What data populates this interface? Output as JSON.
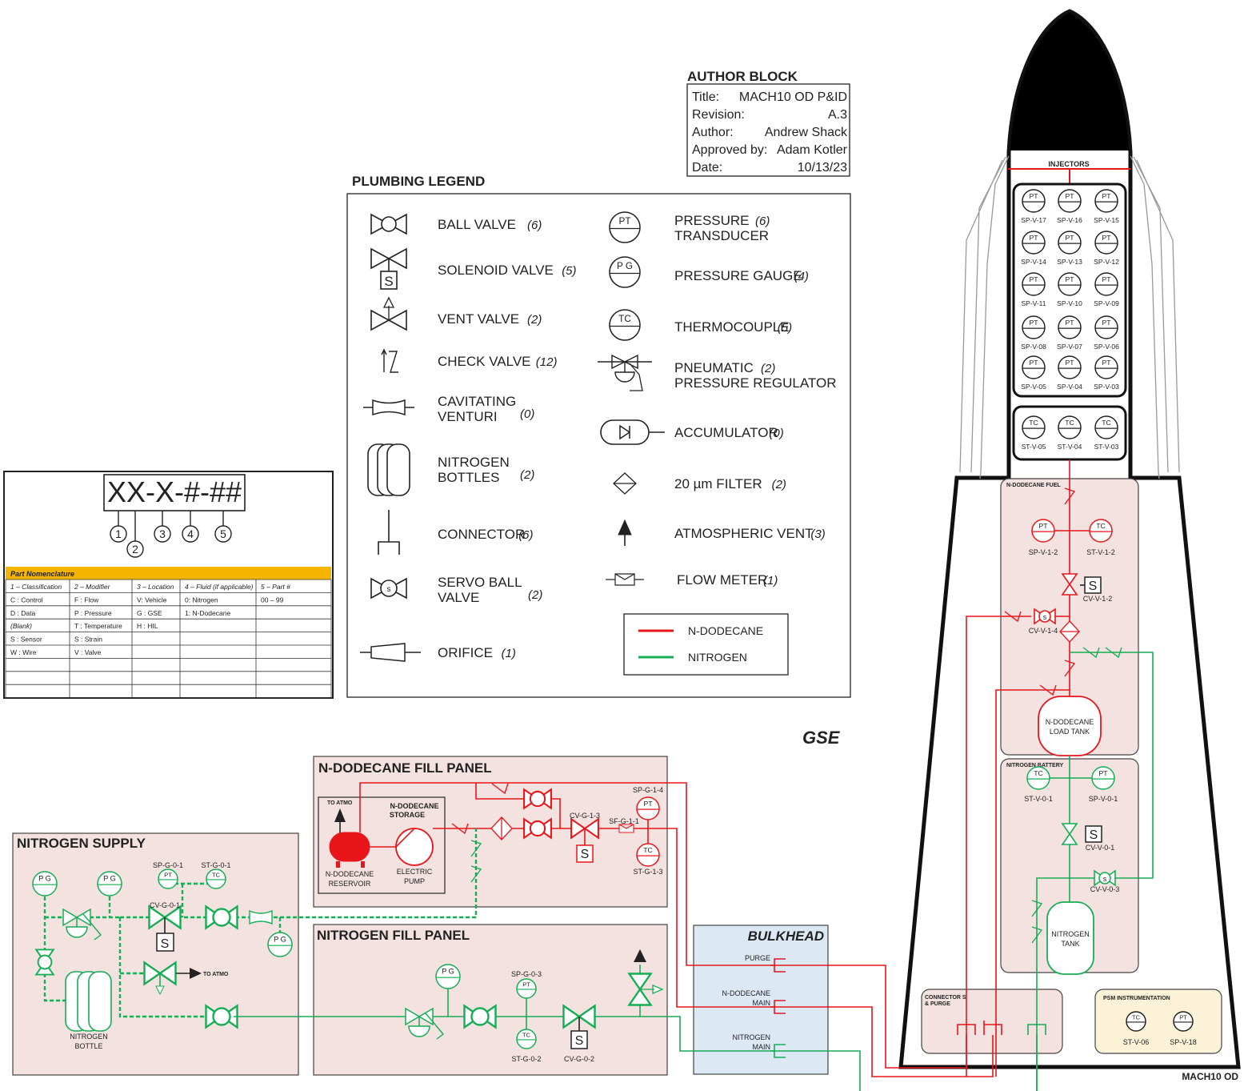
{
  "author_block": {
    "heading": "AUTHOR BLOCK",
    "rows": [
      {
        "label": "Title:",
        "value": "MACH10 OD P&ID"
      },
      {
        "label": "Revision:",
        "value": "A.3"
      },
      {
        "label": "Author:",
        "value": "Andrew Shack"
      },
      {
        "label": "Approved by:",
        "value": "Adam Kotler"
      },
      {
        "label": "Date:",
        "value": "10/13/23"
      }
    ]
  },
  "legend": {
    "heading": "PLUMBING LEGEND",
    "left": [
      {
        "line1": "BALL VALVE",
        "line2": "",
        "count": "(6)",
        "icon": "ball-valve-icon"
      },
      {
        "line1": "SOLENOID VALVE",
        "line2": "",
        "count": "(5)",
        "icon": "solenoid-valve-icon"
      },
      {
        "line1": "VENT VALVE",
        "line2": "",
        "count": "(2)",
        "icon": "vent-valve-icon"
      },
      {
        "line1": "CHECK VALVE",
        "line2": "",
        "count": "(12)",
        "icon": "check-valve-icon"
      },
      {
        "line1": "CAVITATING",
        "line2": "VENTURI",
        "count": "(0)",
        "icon": "venturi-icon"
      },
      {
        "line1": "NITROGEN",
        "line2": "BOTTLES",
        "count": "(2)",
        "icon": "nitrogen-bottles-icon"
      },
      {
        "line1": "CONNECTOR",
        "line2": "",
        "count": "(6)",
        "icon": "connector-icon"
      },
      {
        "line1": "SERVO BALL",
        "line2": "VALVE",
        "count": "(2)",
        "icon": "servo-ball-valve-icon"
      },
      {
        "line1": "ORIFICE",
        "line2": "",
        "count": "(1)",
        "icon": "orifice-icon"
      }
    ],
    "right": [
      {
        "line1": "PRESSURE",
        "line2": "TRANSDUCER",
        "count": "(6)",
        "icon": "pressure-transducer-icon"
      },
      {
        "line1": "PRESSURE GAUGE",
        "line2": "",
        "count": "(4)",
        "icon": "pressure-gauge-icon"
      },
      {
        "line1": "THERMOCOUPLE",
        "line2": "",
        "count": "(5)",
        "icon": "thermocouple-icon"
      },
      {
        "line1": "PNEUMATIC",
        "line2": "PRESSURE REGULATOR",
        "count": "(2)",
        "icon": "pressure-regulator-icon"
      },
      {
        "line1": "ACCUMULATOR",
        "line2": "",
        "count": "(0)",
        "icon": "accumulator-icon"
      },
      {
        "line1": "20 µm FILTER",
        "line2": "",
        "count": "(2)",
        "icon": "filter-icon"
      },
      {
        "line1": "ATMOSPHERIC VENT",
        "line2": "",
        "count": "(3)",
        "icon": "atmospheric-vent-icon"
      },
      {
        "line1": "FLOW METER",
        "line2": "",
        "count": "(1)",
        "icon": "flow-meter-icon"
      }
    ],
    "fluids": [
      {
        "name": "N-DODECANE",
        "color": "#e8161a"
      },
      {
        "name": "NITROGEN",
        "color": "#17ad55"
      }
    ]
  },
  "nomenclature": {
    "code": "XX-X-#-##",
    "numbers": [
      "1",
      "2",
      "3",
      "4",
      "5"
    ],
    "table_title": "Part Nomenclature",
    "headers": [
      "1 – Classification",
      "2 – Modifier",
      "3 – Location",
      "4 – Fluid (if applicable)",
      "5 – Part #"
    ],
    "rows": [
      [
        "C : Control",
        "F : Flow",
        "V: Vehicle",
        "0: Nitrogen",
        "00 – 99"
      ],
      [
        "D : Data",
        "P : Pressure",
        "G : GSE",
        "1: N-Dodecane",
        ""
      ],
      [
        "(Blank)",
        "T : Temperature",
        "H : HIL",
        "",
        ""
      ],
      [
        "S : Sensor",
        "S : Strain",
        "",
        "",
        ""
      ],
      [
        "W : Wire",
        "V : Valve",
        "",
        "",
        ""
      ],
      [
        "",
        "",
        "",
        "",
        ""
      ],
      [
        "",
        "",
        "",
        "",
        ""
      ],
      [
        "",
        "",
        "",
        "",
        ""
      ]
    ]
  },
  "gse_label": "GSE",
  "panels": {
    "dodecane_fill": {
      "title": "N-DODECANE FILL PANEL",
      "to_atmo": "TO ATMO",
      "storage_l1": "N-DODECANE",
      "storage_l2": "STORAGE",
      "reservoir_l1": "N-DODECANE",
      "reservoir_l2": "RESERVOIR",
      "pump_l1": "ELECTRIC",
      "pump_l2": "PUMP",
      "cv": "CV-G-1-3",
      "sf": "SF-G-1-1",
      "sp": "SP-G-1-4",
      "st": "ST-G-1-3"
    },
    "nitrogen_supply": {
      "title": "NITROGEN SUPPLY",
      "sp": "SP-G-0-1",
      "st": "ST-G-0-1",
      "cv": "CV-G-0-1",
      "to_atmo": "TO ATMO",
      "bottle_l1": "NITROGEN",
      "bottle_l2": "BOTTLE"
    },
    "nitrogen_fill": {
      "title": "NITROGEN FILL PANEL",
      "sp": "SP-G-0-3",
      "st": "ST-G-0-2",
      "cv": "CV-G-0-2"
    },
    "bulkhead": {
      "title": "BULKHEAD",
      "purge": "PURGE",
      "dodecane_l1": "N-DODECANE",
      "dodecane_l2": "MAIN",
      "nitrogen_l1": "NITROGEN",
      "nitrogen_l2": "MAIN"
    }
  },
  "vehicle": {
    "name": "MACH10 OD",
    "injectors": "INJECTORS",
    "pt_rows": [
      [
        "SP-V-17",
        "SP-V-16",
        "SP-V-15"
      ],
      [
        "SP-V-14",
        "SP-V-13",
        "SP-V-12"
      ],
      [
        "SP-V-11",
        "SP-V-10",
        "SP-V-09"
      ],
      [
        "SP-V-08",
        "SP-V-07",
        "SP-V-06"
      ],
      [
        "SP-V-05",
        "SP-V-04",
        "SP-V-03"
      ]
    ],
    "tc_row": [
      "ST-V-05",
      "ST-V-04",
      "ST-V-03"
    ],
    "fuel_title": "N-DODECANE FUEL",
    "fuel_sp": "SP-V-1-2",
    "fuel_st": "ST-V-1-2",
    "fuel_cv2": "CV-V-1-2",
    "fuel_cv4": "CV-V-1-4",
    "load_tank_l1": "N-DODECANE",
    "load_tank_l2": "LOAD TANK",
    "nitro_title": "NITROGEN BATTERY",
    "nitro_st": "ST-V-0-1",
    "nitro_sp": "SP-V-0-1",
    "nitro_cv1": "CV-V-0-1",
    "nitro_cv3": "CV-V-0-3",
    "nitro_tank_l1": "NITROGEN",
    "nitro_tank_l2": "TANK",
    "connectors_l1": "CONNECTOR S",
    "connectors_l2": "& PURGE",
    "psm_title": "PSM INSTRUMENTATION",
    "psm_st": "ST-V-06",
    "psm_sp": "SP-V-18"
  },
  "sym": {
    "pt": "PT",
    "pg": "P G",
    "tc": "TC",
    "s": "S",
    "servo": "s"
  }
}
